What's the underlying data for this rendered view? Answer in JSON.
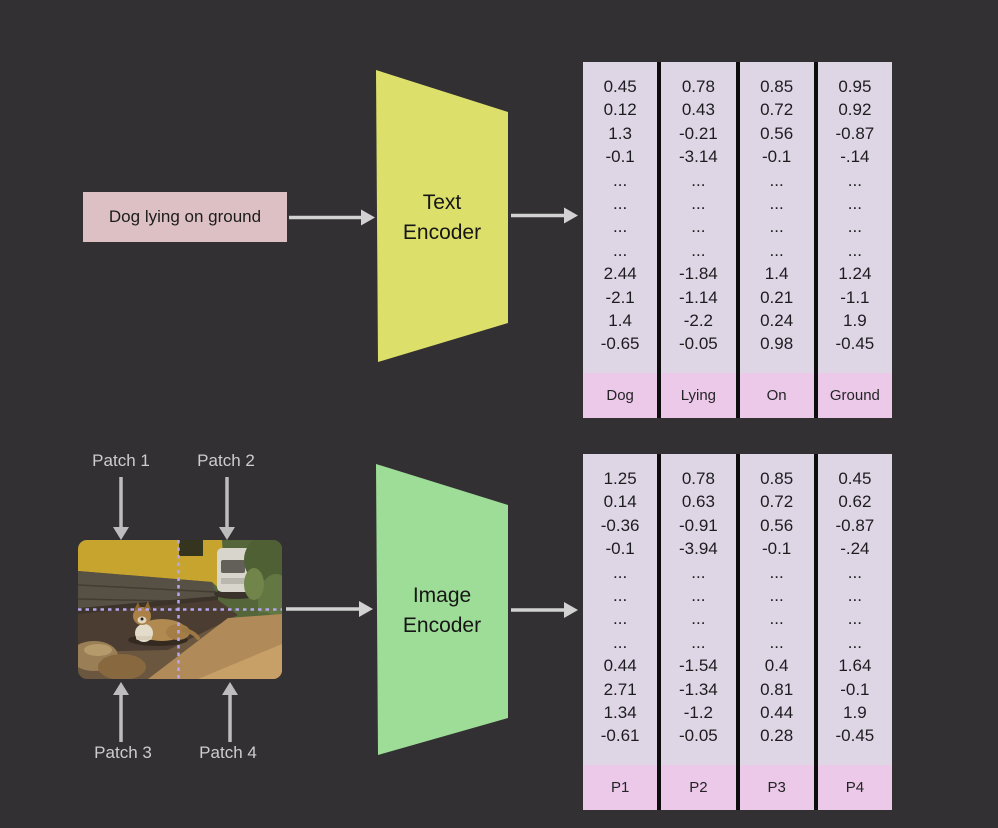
{
  "colors": {
    "background": "#323033",
    "text_box_bg": "#ddc0c4",
    "text_encoder_fill": "#dce06b",
    "image_encoder_fill": "#9edd97",
    "vector_bg": "#ded5e5",
    "vector_label_bg": "#ecc9e8",
    "arrow": "#d2d2d2",
    "patch_grid_line": "#b5a6ee"
  },
  "text_input": {
    "label": "Dog lying on ground"
  },
  "encoders": {
    "text": {
      "line1": "Text",
      "line2": "Encoder"
    },
    "image": {
      "line1": "Image",
      "line2": "Encoder"
    }
  },
  "patches": {
    "patch1": "Patch 1",
    "patch2": "Patch 2",
    "patch3": "Patch 3",
    "patch4": "Patch 4"
  },
  "text_embeddings": {
    "columns": [
      {
        "label": "Dog",
        "values": [
          "0.45",
          "0.12",
          "1.3",
          "-0.1",
          "...",
          "...",
          "...",
          "...",
          "2.44",
          "-2.1",
          "1.4",
          "-0.65"
        ]
      },
      {
        "label": "Lying",
        "values": [
          "0.78",
          "0.43",
          "-0.21",
          "-3.14",
          "...",
          "...",
          "...",
          "...",
          "-1.84",
          "-1.14",
          "-2.2",
          "-0.05"
        ]
      },
      {
        "label": "On",
        "values": [
          "0.85",
          "0.72",
          "0.56",
          "-0.1",
          "...",
          "...",
          "...",
          "...",
          "1.4",
          "0.21",
          "0.24",
          "0.98"
        ]
      },
      {
        "label": "Ground",
        "values": [
          "0.95",
          "0.92",
          "-0.87",
          "-.14",
          "...",
          "...",
          "...",
          "...",
          "1.24",
          "-1.1",
          "1.9",
          "-0.45"
        ]
      }
    ]
  },
  "image_embeddings": {
    "columns": [
      {
        "label": "P1",
        "values": [
          "1.25",
          "0.14",
          "-0.36",
          "-0.1",
          "...",
          "...",
          "...",
          "...",
          "0.44",
          "2.71",
          "1.34",
          "-0.61"
        ]
      },
      {
        "label": "P2",
        "values": [
          "0.78",
          "0.63",
          "-0.91",
          "-3.94",
          "...",
          "...",
          "...",
          "...",
          "-1.54",
          "-1.34",
          "-1.2",
          "-0.05"
        ]
      },
      {
        "label": "P3",
        "values": [
          "0.85",
          "0.72",
          "0.56",
          "-0.1",
          "...",
          "...",
          "...",
          "...",
          "0.4",
          "0.81",
          "0.44",
          "0.28"
        ]
      },
      {
        "label": "P4",
        "values": [
          "0.45",
          "0.62",
          "-0.87",
          "-.24",
          "...",
          "...",
          "...",
          "...",
          "1.64",
          "-0.1",
          "1.9",
          "-0.45"
        ]
      }
    ]
  }
}
